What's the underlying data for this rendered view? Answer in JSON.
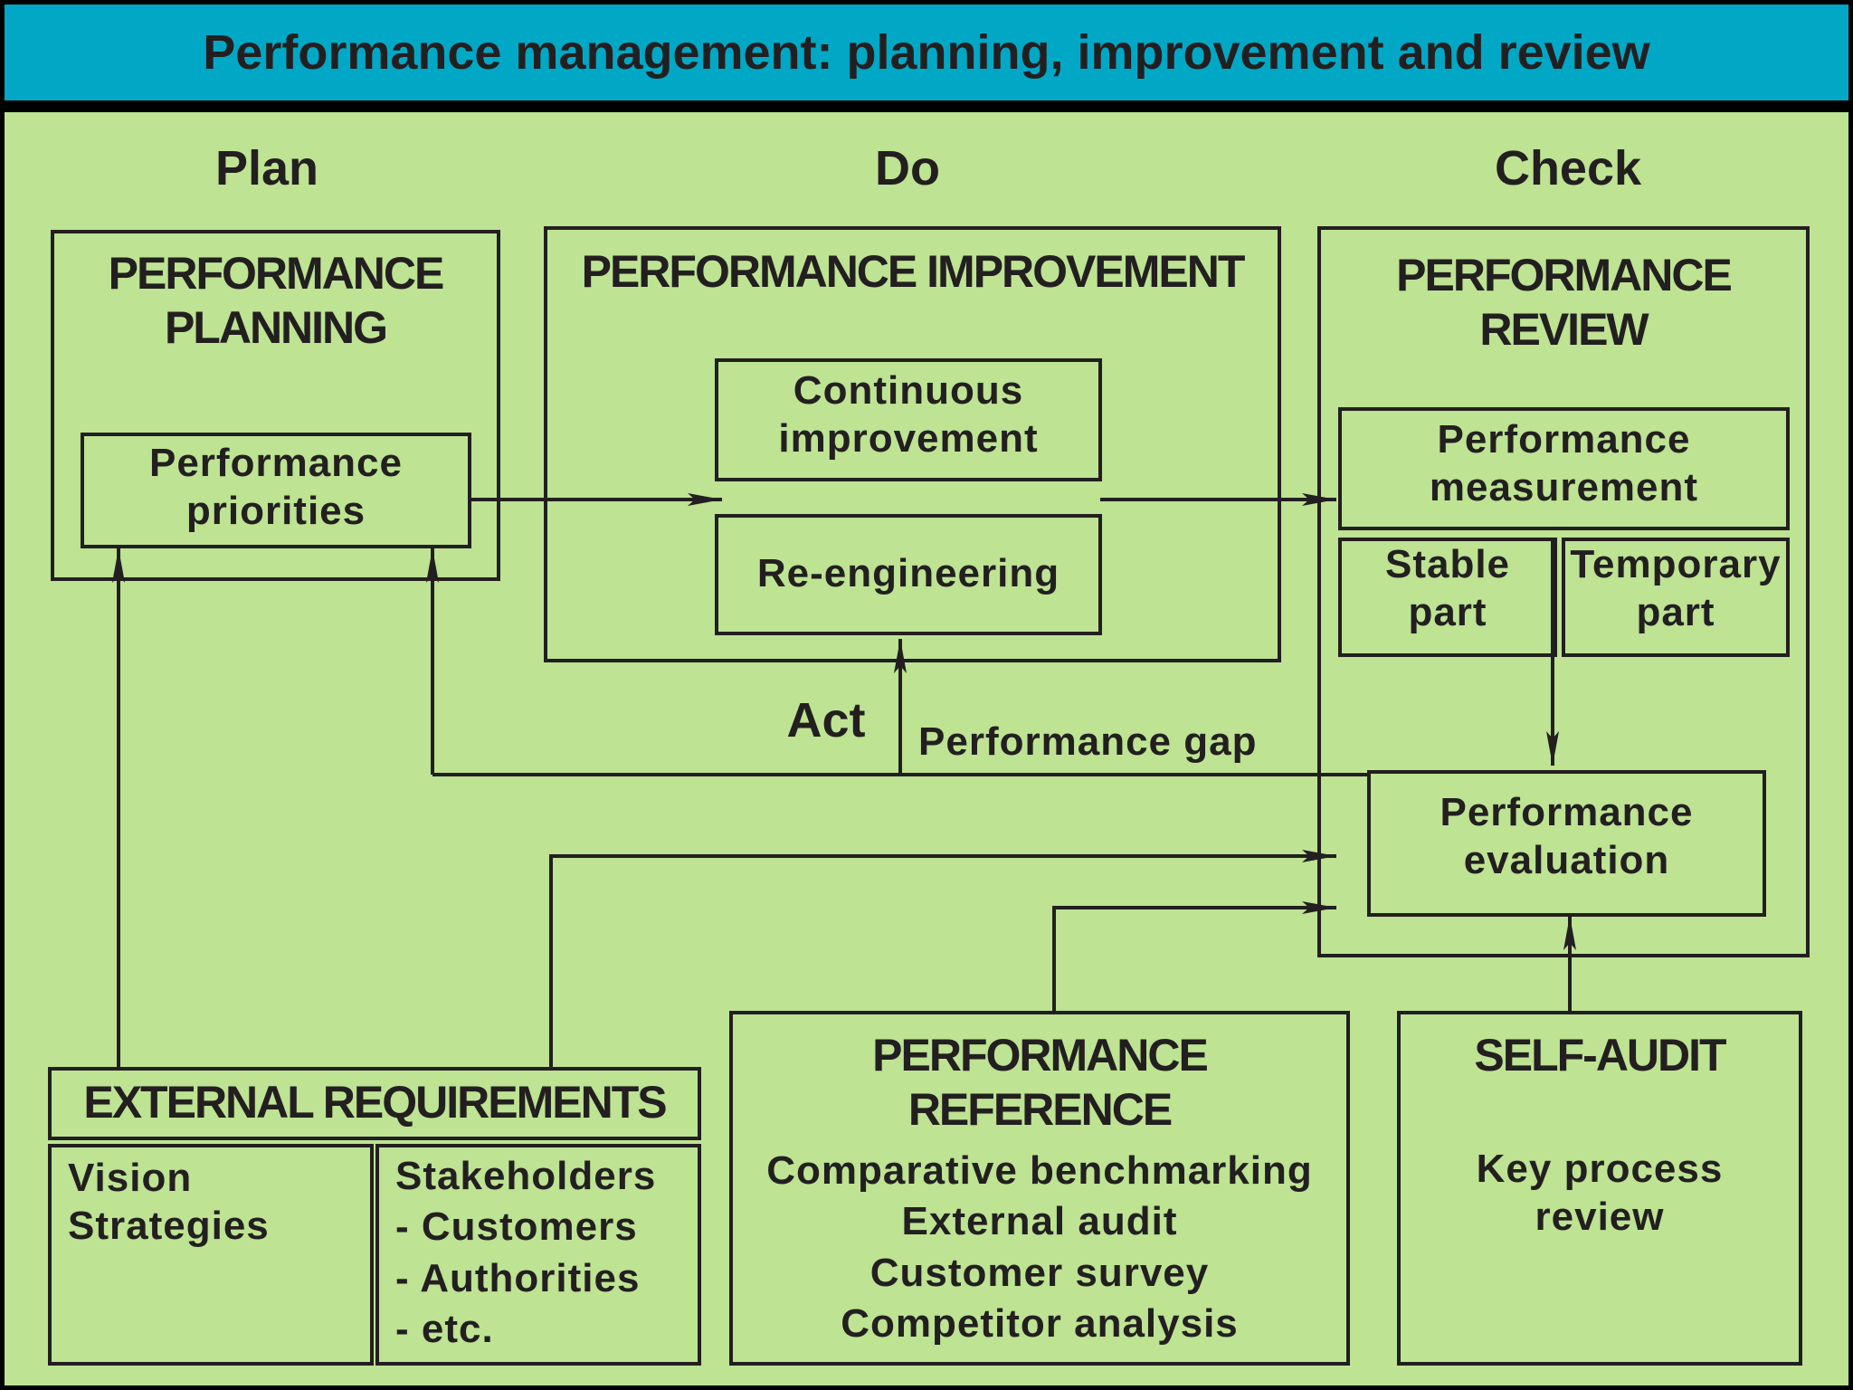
{
  "title": "Performance management: planning, improvement and review",
  "colors": {
    "title_bar": "#00a8c6",
    "canvas": "#bde393",
    "line": "#231f20"
  },
  "phases": {
    "plan": "Plan",
    "do": "Do",
    "check": "Check",
    "act": "Act"
  },
  "planning": {
    "heading": "PERFORMANCE\nPLANNING",
    "priorities": "Performance\npriorities"
  },
  "improvement": {
    "heading": "PERFORMANCE IMPROVEMENT",
    "continuous": "Continuous\nimprovement",
    "reengineering": "Re-engineering"
  },
  "review": {
    "heading": "PERFORMANCE\nREVIEW",
    "measurement": "Performance\nmeasurement",
    "stable": "Stable\npart",
    "temporary": "Temporary\npart",
    "evaluation": "Performance\nevaluation"
  },
  "gap_label": "Performance gap",
  "external": {
    "heading": "EXTERNAL REQUIREMENTS",
    "vision": "Vision\nStrategies",
    "stakeholders": "Stakeholders\n- Customers\n- Authorities\n- etc."
  },
  "reference": {
    "heading": "PERFORMANCE\nREFERENCE",
    "items": "Comparative benchmarking\nExternal audit\nCustomer survey\nCompetitor analysis"
  },
  "self_audit": {
    "heading": "SELF-AUDIT",
    "items": "Key process\nreview"
  }
}
